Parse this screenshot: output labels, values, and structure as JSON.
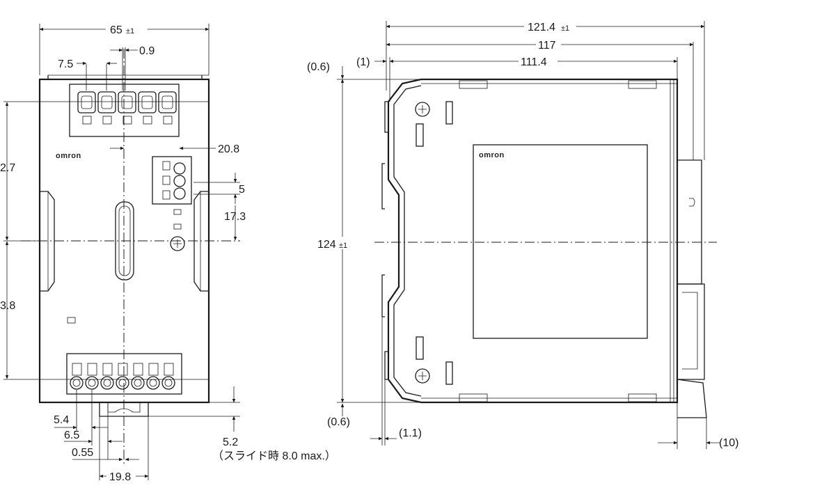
{
  "front_view": {
    "dim_width": "65",
    "dim_width_tol": "±1",
    "dim_terminal_pitch": "7.5",
    "dim_terminal_offset": "0.9",
    "dim_connector_offset": "20.8",
    "dim_upper_left": "2.7",
    "dim_lower_left": "3.8",
    "dim_connector_pitch": "5",
    "dim_connector_height": "17.3",
    "dim_bottom_1": "5.4",
    "dim_bottom_2": "6.5",
    "dim_bottom_3": "0.55",
    "dim_bottom_4": "19.8",
    "dim_slide": "5.2",
    "dim_slide_note": "（スライド時 8.0 max.）",
    "logo": "omron"
  },
  "side_view": {
    "dim_overall": "121.4",
    "dim_overall_tol": "±1",
    "dim_117": "117",
    "dim_111": "111.4",
    "dim_1": "(1)",
    "dim_top_06": "(0.6)",
    "dim_bottom_06": "(0.6)",
    "dim_height": "124",
    "dim_height_tol": "±1",
    "dim_11": "(1.1)",
    "dim_10": "(10)",
    "logo": "omron"
  }
}
